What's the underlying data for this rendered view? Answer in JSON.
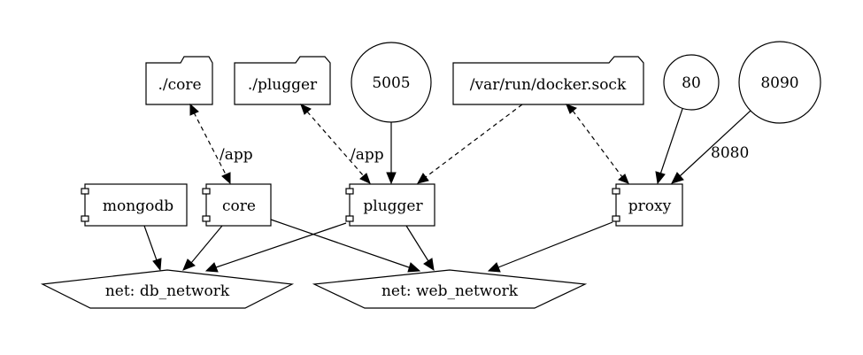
{
  "nodes": {
    "folder_core": "./core",
    "folder_plugger": "./plugger",
    "port_5005": "5005",
    "folder_docker_sock": "/var/run/docker.sock",
    "port_80": "80",
    "port_8090": "8090",
    "svc_mongodb": "mongodb",
    "svc_core": "core",
    "svc_plugger": "plugger",
    "svc_proxy": "proxy",
    "net_db": "net: db_network",
    "net_web": "net: web_network"
  },
  "edge_labels": {
    "core_app": "/app",
    "plugger_app": "/app",
    "port_8080": "8080"
  }
}
